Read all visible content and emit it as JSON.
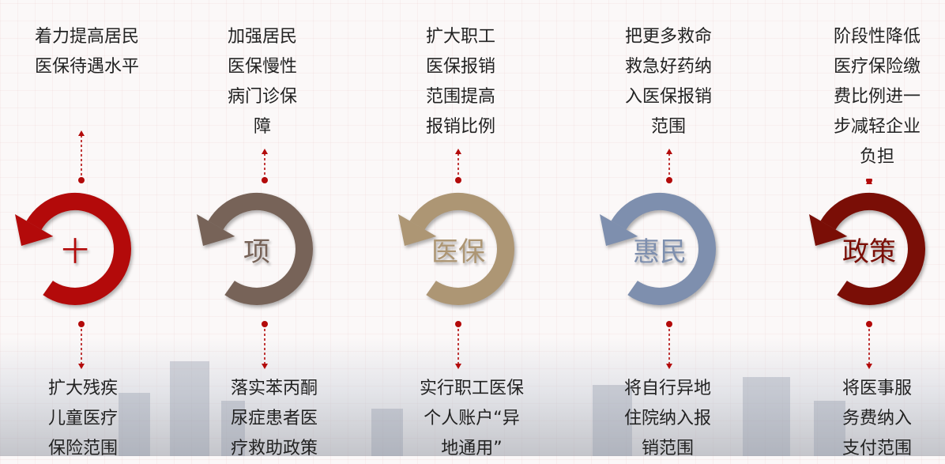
{
  "items": [
    {
      "label": "十",
      "color": "#b30a0a",
      "top": [
        "着力提高居民",
        "医保待遇水平"
      ],
      "bottom": [
        "扩大残疾",
        "儿童医疗",
        "保险范围"
      ]
    },
    {
      "label": "项",
      "color": "#776358",
      "top": [
        "加强居民",
        "医保慢性",
        "病门诊保",
        "障"
      ],
      "bottom": [
        "落实苯丙酮",
        "尿症患者医",
        "疗救助政策"
      ]
    },
    {
      "label": "医保",
      "color": "#ad9674",
      "top": [
        "扩大职工",
        "医保报销",
        "范围提高",
        "报销比例"
      ],
      "bottom": [
        "实行职工医保",
        "个人账户“异",
        "地通用”"
      ]
    },
    {
      "label": "惠民",
      "color": "#7e8fae",
      "top": [
        "把更多救命",
        "救急好药纳",
        "入医保报销",
        "范围"
      ],
      "bottom": [
        "将自行异地",
        "住院纳入报",
        "销范围"
      ]
    },
    {
      "label": "政策",
      "color": "#7a0e06",
      "top": [
        "阶段性降低",
        "医疗保险缴",
        "费比例进一",
        "步减轻企业",
        "负担"
      ],
      "bottom": [
        "将医事服",
        "务费纳入",
        "支付范围"
      ]
    }
  ]
}
